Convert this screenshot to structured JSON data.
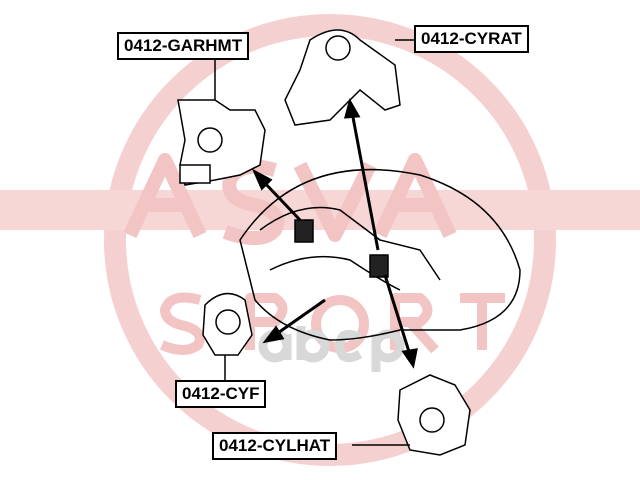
{
  "watermark": {
    "brand": "ASVA SPORT",
    "overlay": "abcp",
    "color": "#f3c9c9"
  },
  "parts": [
    {
      "label": "0412-GARHMT"
    },
    {
      "label": "0412-CYRAT"
    },
    {
      "label": "0412-CYF"
    },
    {
      "label": "0412-CYLHAT"
    }
  ]
}
